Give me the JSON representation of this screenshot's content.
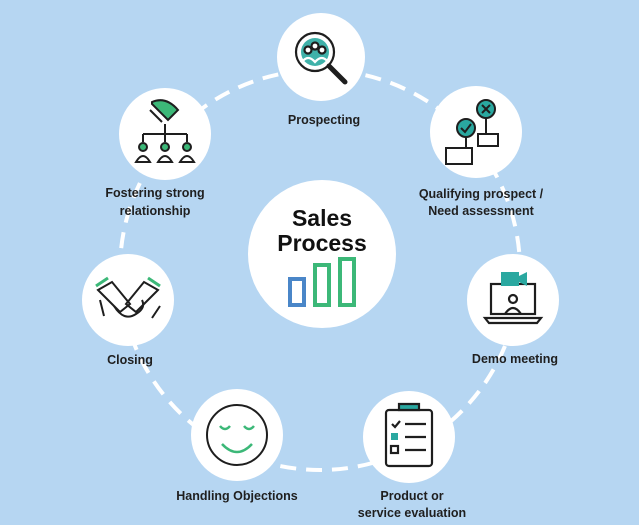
{
  "center": {
    "title_line1": "Sales",
    "title_line2": "Process"
  },
  "steps": [
    {
      "id": "prospecting",
      "label_lines": [
        "Prospecting"
      ]
    },
    {
      "id": "qualifying",
      "label_lines": [
        "Qualifying prospect /",
        "Need assessment"
      ]
    },
    {
      "id": "demo",
      "label_lines": [
        "Demo meeting"
      ]
    },
    {
      "id": "evaluation",
      "label_lines": [
        "Product or",
        "service evaluation"
      ]
    },
    {
      "id": "objections",
      "label_lines": [
        "Handling Objections"
      ]
    },
    {
      "id": "closing",
      "label_lines": [
        "Closing"
      ]
    },
    {
      "id": "relationship",
      "label_lines": [
        "Fostering strong",
        "relationship"
      ]
    }
  ],
  "colors": {
    "background": "#b6d6f2",
    "ring": "#ffffff",
    "node_fill": "#ffffff",
    "accent_green": "#3cb878",
    "accent_teal": "#2aa8a0",
    "accent_blue": "#4a86c8",
    "icon_stroke": "#1e1e1e"
  },
  "icons": {
    "prospecting": "magnifier-people-icon",
    "qualifying": "hands-check-cross-icon",
    "demo": "laptop-video-icon",
    "evaluation": "clipboard-checklist-icon",
    "objections": "smiley-face-icon",
    "closing": "handshake-icon",
    "relationship": "org-handshake-icon",
    "center": "bar-chart-icon"
  }
}
